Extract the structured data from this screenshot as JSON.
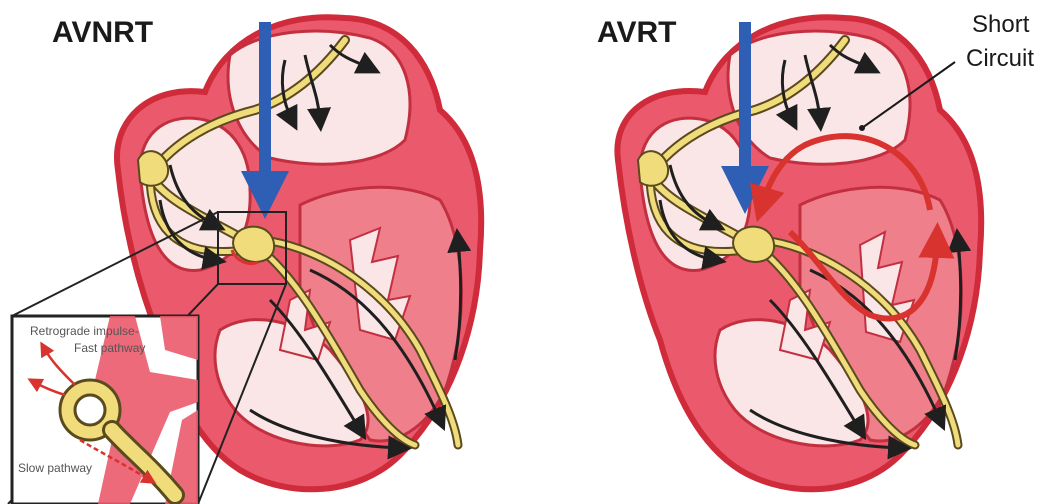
{
  "panels": [
    {
      "title": "AVNRT",
      "inset": {
        "label_top_line1": "Retrograde impulse-",
        "label_top_line2": "Fast pathway",
        "label_bottom": "Slow pathway"
      }
    },
    {
      "title": "AVRT",
      "callout_line1": "Short",
      "callout_line2": "Circuit"
    }
  ],
  "colors": {
    "heart_outline": "#cf2b3a",
    "heart_wall": "#ea5a6c",
    "heart_wall_light": "#f07f8c",
    "chamber": "#fbe6e7",
    "conduction": "#f0dc7a",
    "conduction_edge": "#5a4a1e",
    "impulse_arrow": "#2f5fb5",
    "reentry_arrow": "#d8332f",
    "arrow_dark": "#1f1f1f"
  },
  "icons": {
    "impulse": "down-arrow-icon",
    "reentry": "curved-arrow-icon"
  }
}
